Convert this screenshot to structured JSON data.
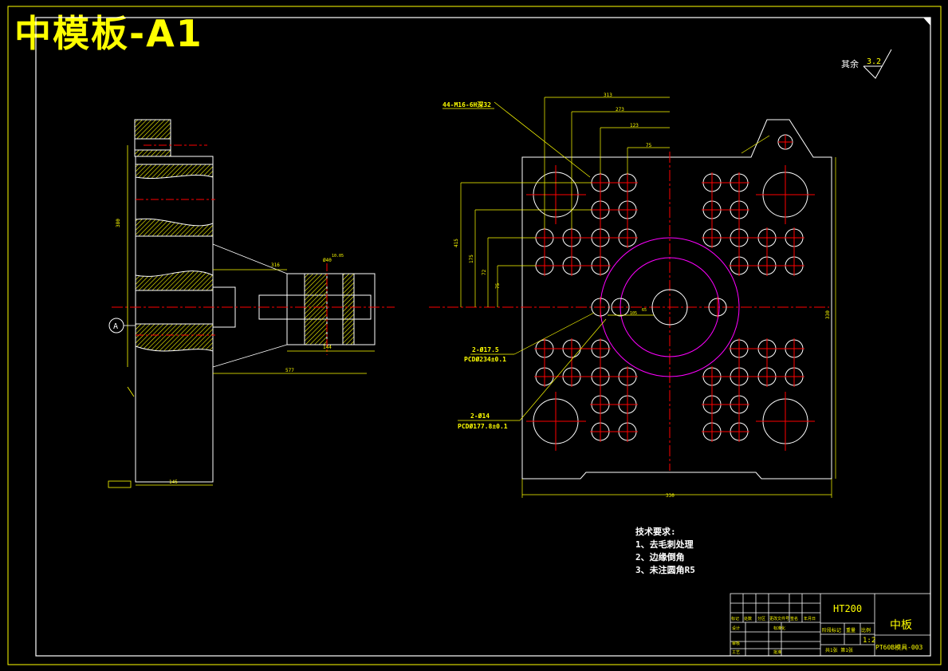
{
  "sheet_title": "中模板-A1",
  "surface_note": {
    "label": "其余",
    "value": "3.2"
  },
  "callouts": {
    "holes_m16": "44-M16-6H深32",
    "holes_175": "2-Ø17.5",
    "pcd_234": "PCDØ234±0.1",
    "holes_14": "2-Ø14",
    "pcd_177": "PCDØ177.8±0.1"
  },
  "datum_label": "A",
  "dimensions": {
    "front_313": "313",
    "front_273": "273",
    "front_123": "123",
    "front_75": "75",
    "front_330": "330",
    "front_side": "330",
    "left_height": "380",
    "left_depth": "145",
    "left_577": "577",
    "left_316": "316",
    "left_144": "144",
    "left_40": "Ø40",
    "left_b": "10.05",
    "right_105": "105",
    "right_65": "65",
    "v_415": "415",
    "v_175": "175",
    "v_72": "72",
    "v_75": "75"
  },
  "tech_notes": {
    "heading": "技术要求:",
    "items": [
      "1、去毛刺处理",
      "2、边缘倒角",
      "3、未注圆角R5"
    ]
  },
  "title_block": {
    "material": "HT200",
    "part_name": "中板",
    "scale": "1:2",
    "drawing_no": "PT60B模具-003",
    "cols": [
      "标记",
      "处数",
      "分区",
      "更改文件号",
      "签名",
      "年月日"
    ],
    "row_labels": [
      "设计",
      "审核",
      "工艺"
    ],
    "std_label": "标准化",
    "approve_label": "批准",
    "stage_header": "阶段标记",
    "weight_header": "重量",
    "scale_header": "比例",
    "sheet_info": "共1张 第1张"
  },
  "colors": {
    "background": "#000000",
    "line": "#ffffff",
    "dimension": "#ffff00",
    "centerline": "#ff0000",
    "circle_large": "#ff00ff",
    "hatch": "#ffff00"
  }
}
